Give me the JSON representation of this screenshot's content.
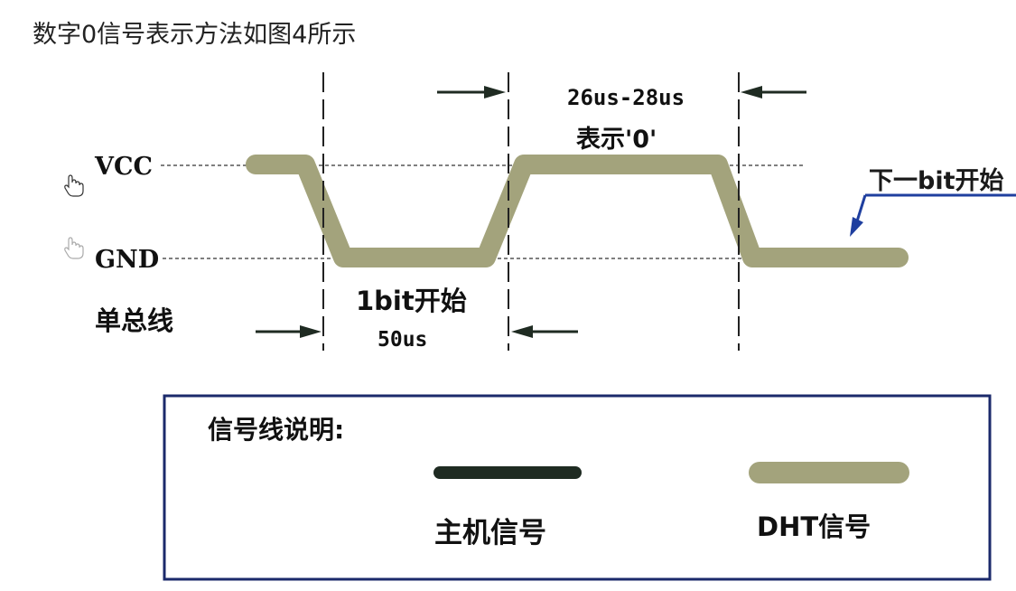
{
  "caption": "数字0信号表示方法如图4所示",
  "diagram": {
    "labels": {
      "vcc": "VCC",
      "gnd": "GND",
      "bus": "单总线",
      "bit_start": "1bit开始",
      "duration_50": "50us",
      "duration_26_28": "26us-28us",
      "represents_zero": "表示'0'",
      "next_bit": "下一bit开始"
    }
  },
  "legend": {
    "title": "信号线说明:",
    "host_signal": "主机信号",
    "dht_signal": "DHT信号"
  },
  "colors": {
    "dht_signal": "#a3a37c",
    "host_signal": "#1f2b22",
    "legend_border": "#1b2a6b",
    "arrow_blue": "#1f3f9f",
    "dashed": "#333333"
  },
  "icons": {
    "hand_vcc": "hand-pointer-icon",
    "hand_gnd": "hand-pointer-icon"
  }
}
